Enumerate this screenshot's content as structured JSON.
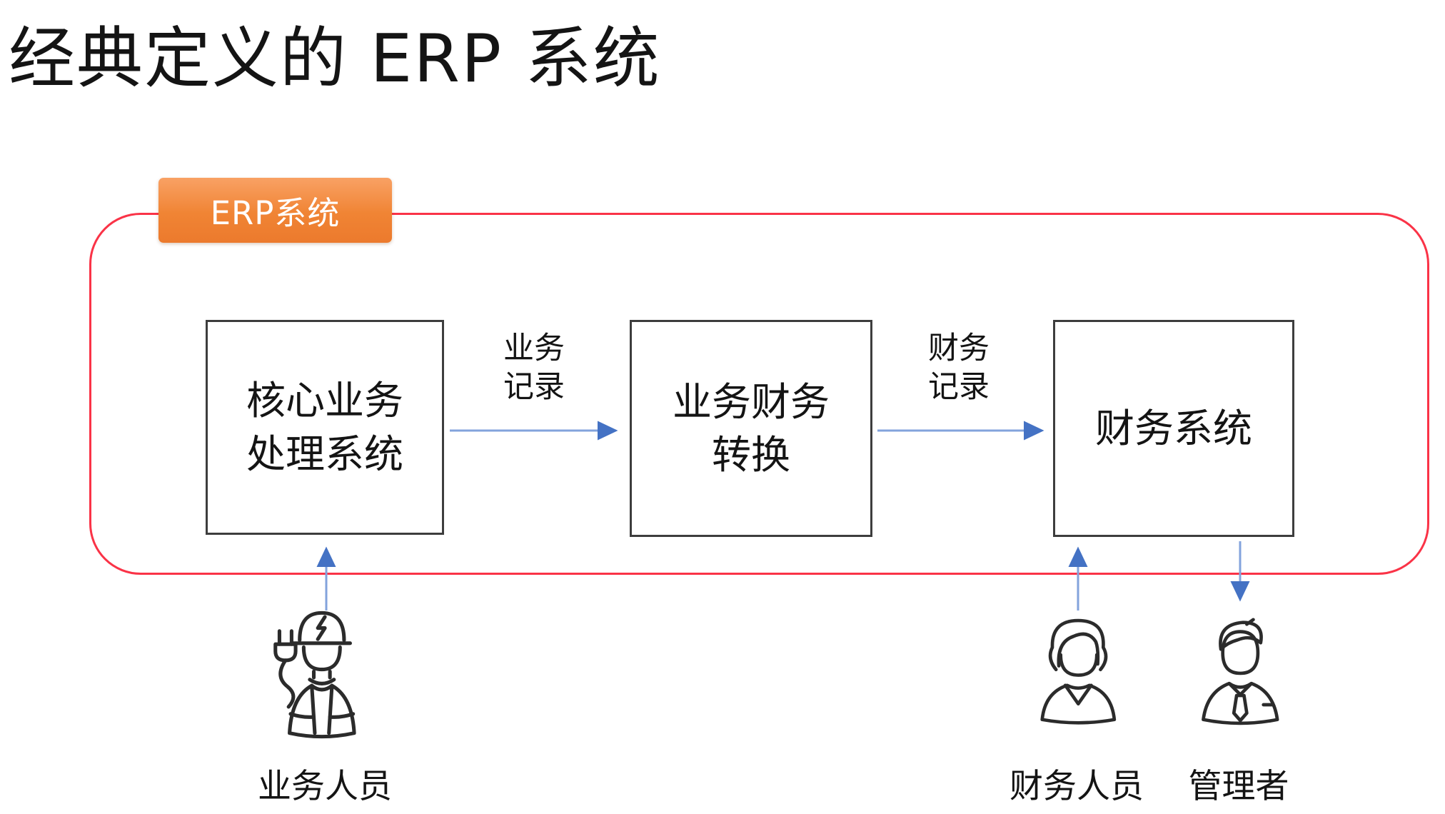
{
  "title": "经典定义的 ERP 系统",
  "badge": {
    "label": "ERP系统"
  },
  "boxes": [
    {
      "name": "core-business-processing-system",
      "lines": [
        "核心业务",
        "处理系统"
      ]
    },
    {
      "name": "business-finance-conversion",
      "lines": [
        "业务财务",
        "转换"
      ]
    },
    {
      "name": "finance-system",
      "lines": [
        "财务系统"
      ]
    }
  ],
  "flow_labels": [
    {
      "lines": [
        "业务",
        "记录"
      ]
    },
    {
      "lines": [
        "财务",
        "记录"
      ]
    }
  ],
  "actors": [
    {
      "label": "业务人员",
      "icon": "worker-icon",
      "arrow_direction": "up"
    },
    {
      "label": "财务人员",
      "icon": "female-staff-icon",
      "arrow_direction": "up"
    },
    {
      "label": "管理者",
      "icon": "manager-icon",
      "arrow_direction": "down"
    }
  ],
  "colors": {
    "boundary_red": "#fa3347",
    "badge_orange_top": "#f9a164",
    "badge_orange_bottom": "#ec7a2d",
    "arrow_head_blue": "#4472c4",
    "arrow_line_blue": "#83a3dc",
    "box_border": "#3d3d3d",
    "text": "#141414"
  }
}
